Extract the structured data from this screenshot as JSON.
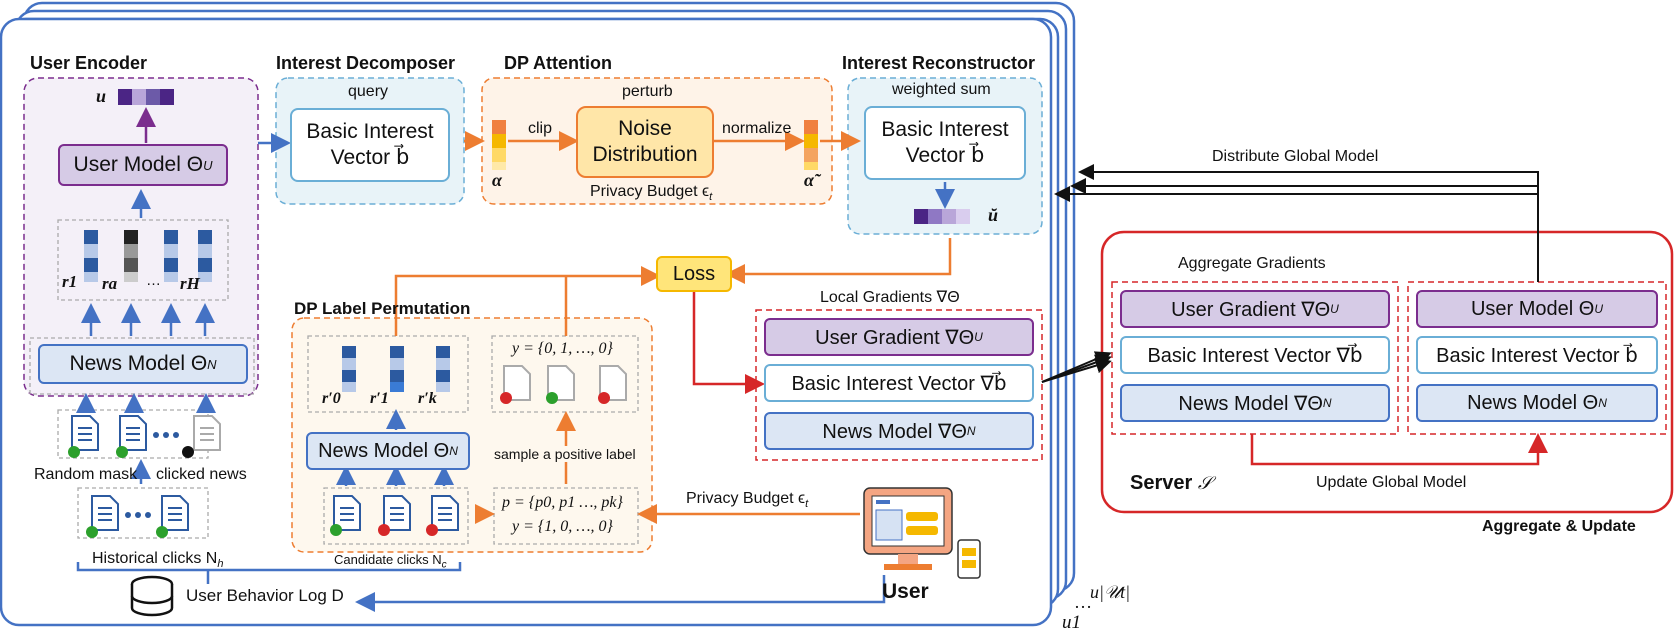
{
  "user_encoder": {
    "title": "User Encoder",
    "u_label": "u",
    "user_model": "User Model Θ",
    "user_model_sub": "U",
    "r_labels": [
      "r1",
      "ra",
      "…",
      "rH"
    ],
    "news_model": "News Model Θ",
    "news_model_sub": "N",
    "random_mask": "Random mask",
    "clicked_news": "clicked news",
    "historical_clicks": "Historical clicks N",
    "historical_sub": "h"
  },
  "interest_decomposer": {
    "title": "Interest Decomposer",
    "query": "query",
    "vector": "Basic Interest Vector b⃗"
  },
  "dp_attention": {
    "title": "DP Attention",
    "perturb": "perturb",
    "clip": "clip",
    "noise": "Noise Distribution",
    "normalize": "normalize",
    "budget": "Privacy Budget ϵ",
    "budget_sub": "t",
    "alpha": "α",
    "alpha_tilde": "α̃"
  },
  "interest_reconstructor": {
    "title": "Interest Reconstructor",
    "weighted_sum": "weighted sum",
    "vector": "Basic Interest Vector b⃗",
    "u_check": "ŭ"
  },
  "loss": {
    "label": "Loss"
  },
  "local_gradients": {
    "title": "Local Gradients ∇Θ",
    "user_gradient": "User Gradient ∇Θ",
    "user_gradient_sub": "U",
    "basic_vector": "Basic Interest Vector ∇b⃗",
    "news_model": "News Model ∇Θ",
    "news_model_sub": "N"
  },
  "dp_label_permutation": {
    "title": "DP Label Permutation",
    "r_labels": [
      "r′0",
      "r′1",
      "r′k"
    ],
    "news_model": "News Model Θ",
    "news_model_sub": "N",
    "y_set": "y = {0, 1, …, 0}",
    "sample_label": "sample a positive label",
    "p_set": "p = {p0, p1 …, pk}",
    "y_set2": "y = {1, 0, …, 0}",
    "candidate_clicks": "Candidate clicks N",
    "candidate_sub": "c",
    "privacy_budget": "Privacy Budget ϵ",
    "privacy_budget_sub": "t"
  },
  "server": {
    "aggregate_gradients": "Aggregate Gradients",
    "user_gradient": "User Gradient ∇Θ",
    "user_gradient_sub": "U",
    "basic_vector_grad": "Basic Interest Vector ∇b⃗",
    "news_model_grad": "News Model ∇Θ",
    "news_model_grad_sub": "N",
    "user_model": "User Model Θ",
    "user_model_sub": "U",
    "basic_vector": "Basic Interest Vector b⃗",
    "news_model": "News Model Θ",
    "news_model_sub": "N",
    "server_label": "Server",
    "server_symbol": "𝒮",
    "update_global": "Update Global Model",
    "aggregate_update": "Aggregate & Update",
    "distribute": "Distribute Global Model"
  },
  "bottom": {
    "behavior_log": "User Behavior Log D",
    "user": "User",
    "u1": "u1",
    "u_dots": "…",
    "u_last": "u|𝒰t|"
  },
  "colors": {
    "blue_frame": "#4472c4",
    "purple": "#7b2d8e",
    "orange": "#ed7d31",
    "red": "#d62728",
    "light_blue_fill": "#dce6f4",
    "lavender_fill": "#d6cbe6",
    "loss_fill": "#ffe57a"
  }
}
